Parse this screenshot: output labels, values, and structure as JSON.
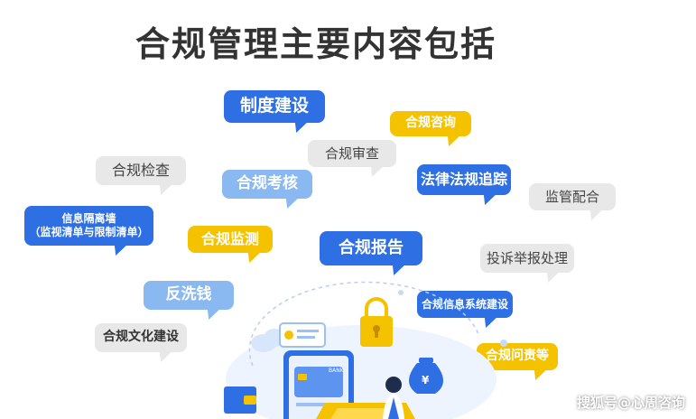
{
  "title": "合规管理主要内容包括",
  "items": {
    "zhidu": "制度建设",
    "zixun": "合规咨询",
    "shencha": "合规审查",
    "jiancha": "合规检查",
    "kaohe": "合规考核",
    "fagui": "法律法规追踪",
    "jianguan": "监管配合",
    "geli_line1": "信息隔离墙",
    "geli_line2": "（监视清单与限制清单）",
    "jiance": "合规监测",
    "baogao": "合规报告",
    "tousu": "投诉举报处理",
    "fanxiqian": "反洗钱",
    "xitong": "合规信息系统建设",
    "wenhua": "合规文化建设",
    "wenze": "合规问责等"
  },
  "illustration": {
    "phone_brand": "BANK",
    "coin_symbol": "¥"
  },
  "watermark": "搜狐号@心周咨询",
  "colors": {
    "blue": "#2f6fe4",
    "light_blue": "#8ab8f0",
    "yellow": "#f5c200",
    "gray": "#e8e8e8",
    "title": "#333333"
  }
}
